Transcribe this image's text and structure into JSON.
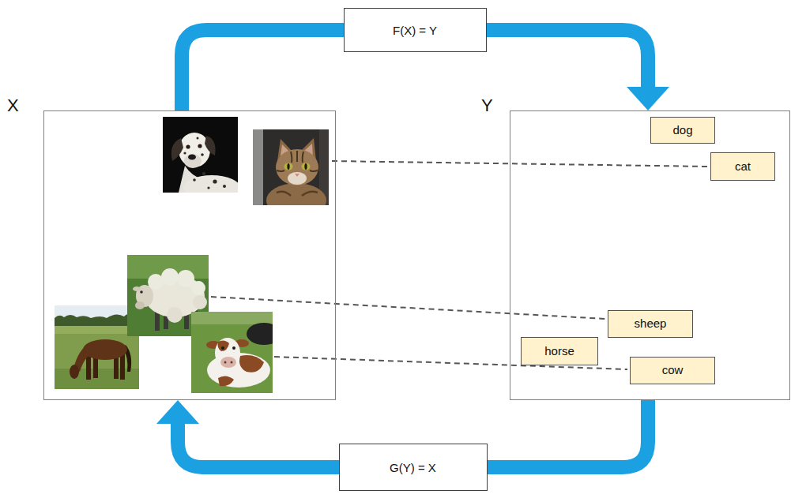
{
  "diagram": {
    "nodes": [
      {
        "text": [
          "X"
        ]
      },
      {
        "text": [
          "Y"
        ]
      },
      {
        "text": [
          "dog"
        ],
        "in": 1
      },
      {
        "text": [
          "cat"
        ],
        "in": 1
      },
      {
        "text": [
          "sheep"
        ],
        "in": 1
      },
      {
        "text": [
          "horse"
        ],
        "in": 1
      },
      {
        "text": [
          "cow"
        ],
        "in": 1
      }
    ],
    "edges": [
      {
        "from": 0,
        "to": 1,
        "arrow": "to",
        "label": "F(X) = Y"
      },
      {
        "from": 1,
        "to": 0,
        "arrow": "to",
        "label": "G(Y) = X"
      }
    ]
  }
}
